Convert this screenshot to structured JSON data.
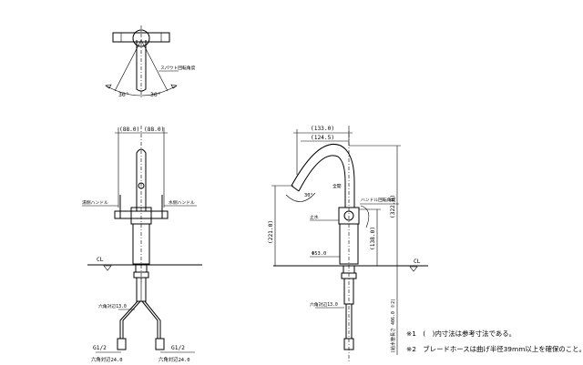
{
  "top_view": {
    "spout_rotation_label": "スパウト回転角度",
    "angle_left": "30°",
    "angle_right": "30°"
  },
  "front_view": {
    "dim_left": "(88.0)",
    "dim_right": "(88.0)",
    "hot_handle_label": "湯側ハンドル",
    "cold_handle_label": "水側ハンドル",
    "centerline_label": "CL",
    "hex_width_upper": "六角対辺13.0",
    "thread_left": "G1/2",
    "thread_right": "G1/2",
    "hex_width_left": "六角対辺24.0",
    "hex_width_right": "六角対辺24.0"
  },
  "side_view": {
    "dim_133": "(133.0)",
    "dim_124_5": "(124.5)",
    "dim_221": "(221.0)",
    "dim_322": "(322.0)",
    "dim_138": "(138.0)",
    "dim_53": "Φ53.0",
    "dim_406": "(給水管長さ 406.0 ※2)",
    "angle_30": "30°",
    "mark_hot": "止水",
    "mark_open": "全開",
    "handle_rotation_label": "ハンドル回転角度",
    "hex_width": "六角対辺13.0",
    "centerline_label": "CL"
  },
  "notes": [
    "※1　(　)内寸法は参考寸法である。",
    "※2　ブレードホースは曲げ半径39mm以上を確保のこと。"
  ]
}
